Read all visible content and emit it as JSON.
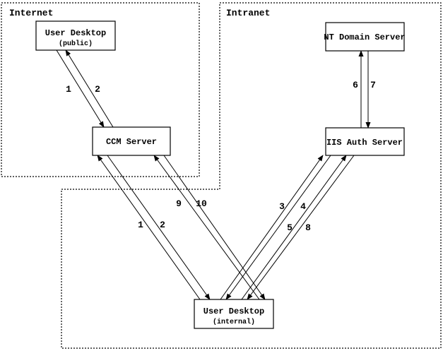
{
  "diagram": {
    "zones": [
      {
        "id": "internet",
        "label": "Internet"
      },
      {
        "id": "intranet",
        "label": "Intranet"
      }
    ],
    "nodes": [
      {
        "id": "user-desktop-public",
        "title": "User Desktop",
        "subtitle": "(public)",
        "zone": "Internet"
      },
      {
        "id": "ccm-server",
        "title": "CCM Server",
        "subtitle": "",
        "zone": "Internet"
      },
      {
        "id": "nt-domain-server",
        "title": "NT Domain Server",
        "subtitle": "",
        "zone": "Intranet"
      },
      {
        "id": "iis-auth-server",
        "title": "IIS Auth Server",
        "subtitle": "",
        "zone": "Intranet"
      },
      {
        "id": "user-desktop-internal",
        "title": "User Desktop",
        "subtitle": "(internal)",
        "zone": "Intranet"
      }
    ],
    "flows": [
      {
        "label": "1",
        "from": "user-desktop-public",
        "to": "ccm-server"
      },
      {
        "label": "2",
        "from": "ccm-server",
        "to": "user-desktop-public"
      },
      {
        "label": "1",
        "from": "user-desktop-internal",
        "to": "ccm-server"
      },
      {
        "label": "2",
        "from": "ccm-server",
        "to": "user-desktop-internal"
      },
      {
        "label": "9",
        "from": "user-desktop-internal",
        "to": "ccm-server"
      },
      {
        "label": "10",
        "from": "ccm-server",
        "to": "user-desktop-internal"
      },
      {
        "label": "3",
        "from": "user-desktop-internal",
        "to": "iis-auth-server"
      },
      {
        "label": "4",
        "from": "iis-auth-server",
        "to": "user-desktop-internal"
      },
      {
        "label": "5",
        "from": "user-desktop-internal",
        "to": "iis-auth-server"
      },
      {
        "label": "8",
        "from": "iis-auth-server",
        "to": "user-desktop-internal"
      },
      {
        "label": "6",
        "from": "iis-auth-server",
        "to": "nt-domain-server"
      },
      {
        "label": "7",
        "from": "nt-domain-server",
        "to": "iis-auth-server"
      }
    ],
    "colors": {
      "stroke": "#000000",
      "background": "#ffffff"
    }
  }
}
